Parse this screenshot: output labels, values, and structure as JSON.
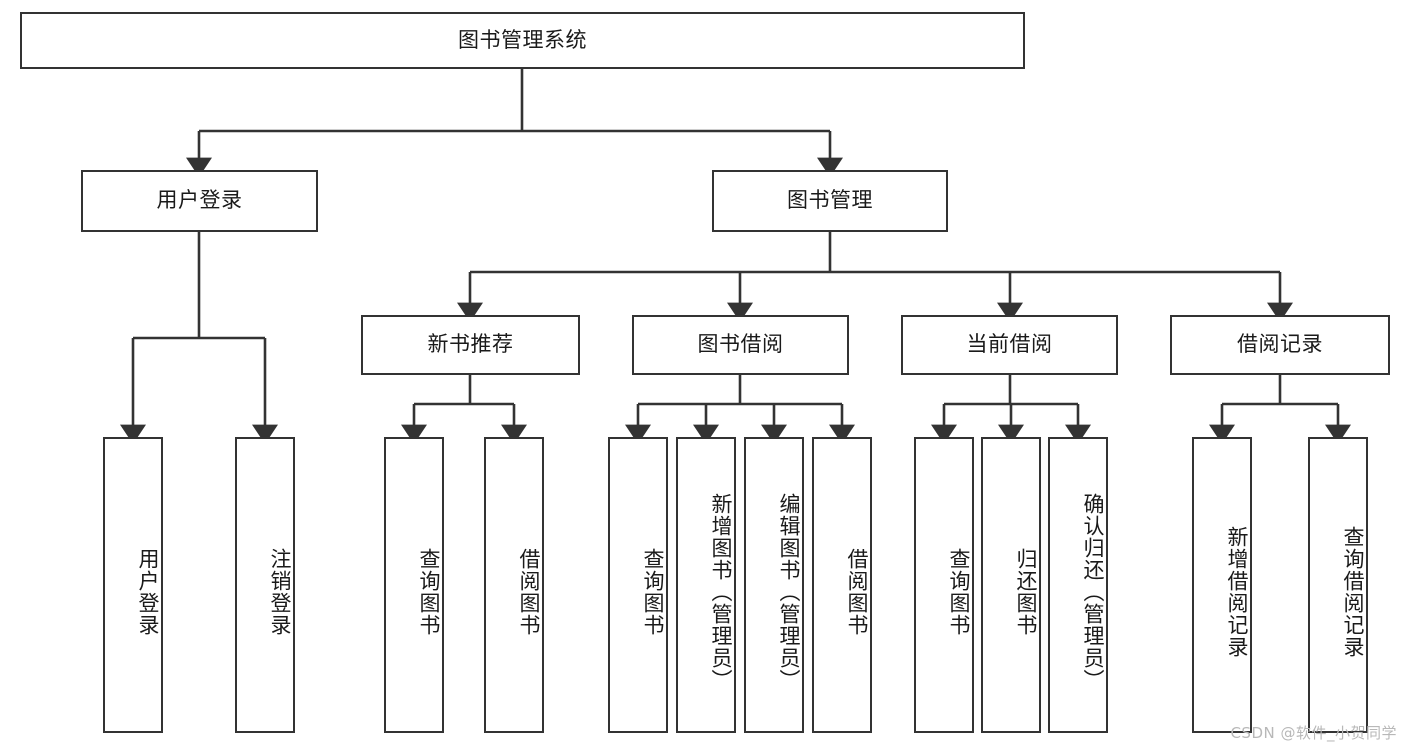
{
  "diagram": {
    "title": "图书管理系统",
    "type": "tree-hierarchy",
    "watermark": "CSDN @软件_小贺同学",
    "colors": {
      "box_border": "#333333",
      "box_fill": "#ffffff",
      "edge": "#333333",
      "text": "#1a1a1a",
      "watermark": "#b8b8b8",
      "background": "#ffffff"
    },
    "root": {
      "id": "root",
      "label": "图书管理系统"
    },
    "level2": [
      {
        "id": "user-login",
        "label": "用户登录"
      },
      {
        "id": "book-manage",
        "label": "图书管理"
      }
    ],
    "level3": [
      {
        "id": "new-book-recommend",
        "label": "新书推荐"
      },
      {
        "id": "book-borrow",
        "label": "图书借阅"
      },
      {
        "id": "current-borrow",
        "label": "当前借阅"
      },
      {
        "id": "borrow-record",
        "label": "借阅记录"
      }
    ],
    "leaves": {
      "user_login": [
        {
          "id": "leaf-user-login",
          "label": "用户登录"
        },
        {
          "id": "leaf-logout",
          "label": "注销登录"
        }
      ],
      "new_book_recommend": [
        {
          "id": "leaf-query-book-1",
          "label": "查询图书"
        },
        {
          "id": "leaf-borrow-book-1",
          "label": "借阅图书"
        }
      ],
      "book_borrow": [
        {
          "id": "leaf-query-book-2",
          "label": "查询图书"
        },
        {
          "id": "leaf-add-book",
          "label": "新增图书（管理员）"
        },
        {
          "id": "leaf-edit-book",
          "label": "编辑图书（管理员）"
        },
        {
          "id": "leaf-borrow-book-2",
          "label": "借阅图书"
        }
      ],
      "current_borrow": [
        {
          "id": "leaf-query-book-3",
          "label": "查询图书"
        },
        {
          "id": "leaf-return-book",
          "label": "归还图书"
        },
        {
          "id": "leaf-confirm-return",
          "label": "确认归还（管理员）"
        }
      ],
      "borrow_record": [
        {
          "id": "leaf-add-record",
          "label": "新增借阅记录"
        },
        {
          "id": "leaf-query-record",
          "label": "查询借阅记录"
        }
      ]
    }
  }
}
